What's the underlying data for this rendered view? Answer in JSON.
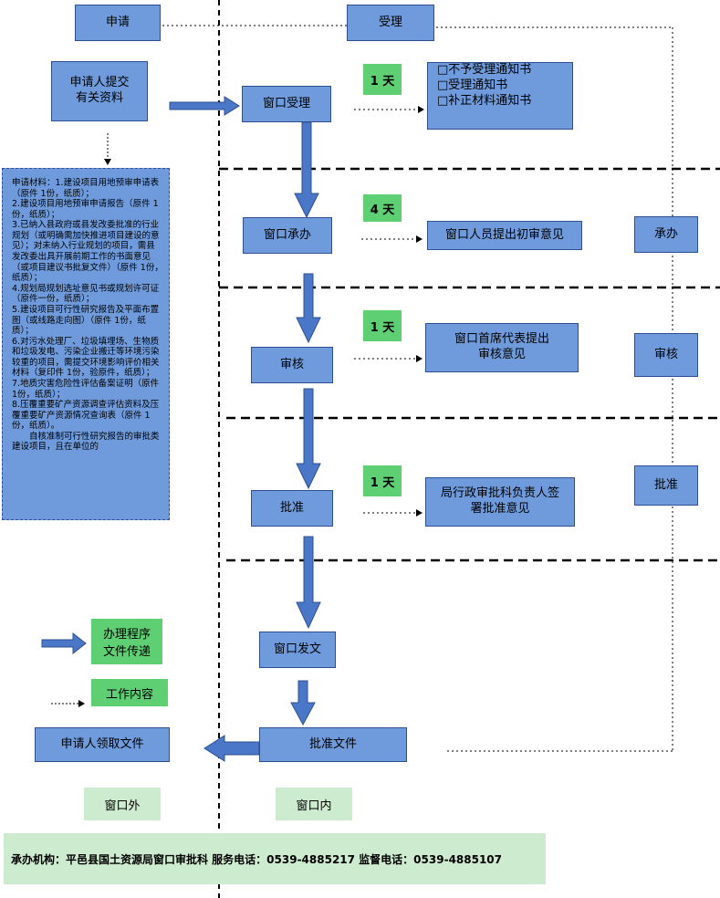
{
  "headers": {
    "apply": "申请",
    "accept": "受理"
  },
  "applicant_submit": "申请人提交\n有关资料",
  "materials": [
    "申请材料：1.建设项目用地预审申请表（原件 1份，纸质）；",
    "2.建设项目用地预审申请报告（原件 1份，纸质）；",
    "3.已纳入县政府或县发改委批准的行业规划（或明确需加快推进项目建设的意见）；对未纳入行业规划的项目，需县发改委出具开展前期工作的书面意见（或项目建议书批复文件）（原件 1份，纸质）；",
    "4.规划局规划选址意见书或规划许可证（原件一份，纸质）；",
    "5.建设项目可行性研究报告及平面布置图（或线路走向图）（原件 1份，纸质）；",
    "6.对污水处理厂、垃圾填埋场、生物质和垃圾发电、污染企业搬迁等环境污染较重的项目，需提交环境影响评价相关材料（复印件 1份，验原件，纸质）；",
    "7.地质灾害危险性评估备案证明（原件 1份，纸质）；",
    "8.压覆重要矿产资源调查评估资料及压覆重要矿产资源情况查询表（原件 1份，纸质）。",
    "　　自核准制可行性研究报告的审批类建设项目，且在单位的"
  ],
  "steps": {
    "accept": "窗口受理",
    "undertake": "窗口承办",
    "review": "审核",
    "approve": "批准",
    "issue": "窗口发文",
    "approval_doc": "批准文件",
    "collect": "申请人领取文件"
  },
  "durations": {
    "accept": "1 天",
    "undertake": "4 天",
    "review": "1 天",
    "approve": "1 天"
  },
  "notices": [
    "□不予受理通知书",
    "□受理通知书",
    "□补正材料通知书"
  ],
  "work": {
    "undertake": "窗口人员提出初审意见",
    "review": "窗口首席代表提出\n审核意见",
    "approve": "局行政审批科负责人签\n署批准意见"
  },
  "stage_labels": {
    "undertake": "承办",
    "review": "审核",
    "approve": "批准"
  },
  "legend": {
    "flow": "办理程序\n文件传递",
    "work": "工作内容"
  },
  "zones": {
    "outside": "窗口外",
    "inside": "窗口内"
  },
  "footer": "承办机构：平邑县国土资源局窗口审批科  服务电话：0539-4885217  监督电话：0539-4885107",
  "colors": {
    "box": "#6f9bdc",
    "green": "#5fcf73",
    "light_green": "#cdeccf"
  }
}
